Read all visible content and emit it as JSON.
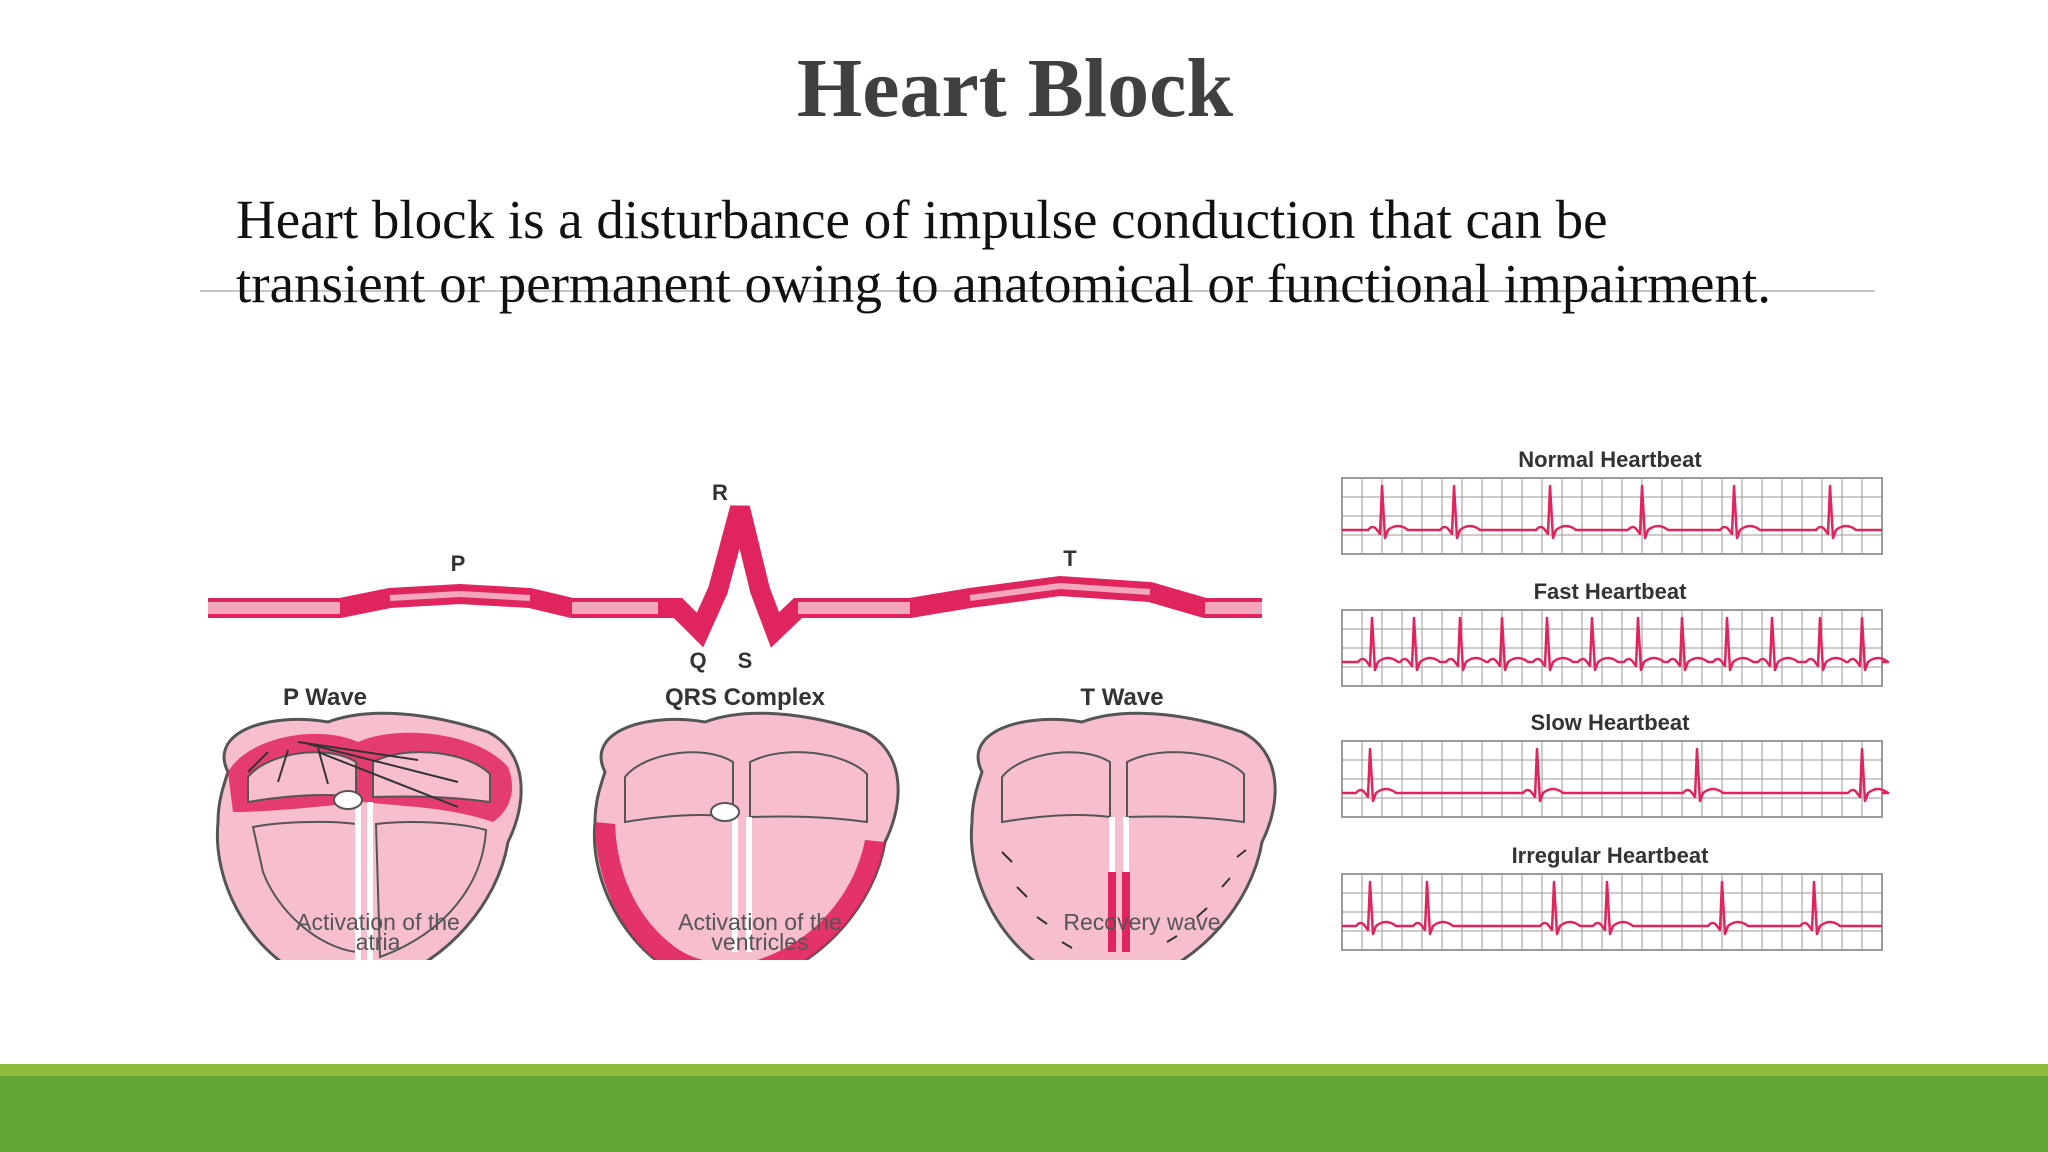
{
  "slide": {
    "title": "Heart Block",
    "body": "Heart block is a disturbance of impulse conduction that can be transient or permanent owing to anatomical or functional impairment."
  },
  "waveform": {
    "peak_labels": {
      "p": "P",
      "r": "R",
      "q": "Q",
      "s": "S",
      "t": "T"
    }
  },
  "phases": [
    {
      "title": "P Wave",
      "caption_lines": [
        "Activation of the",
        "atria"
      ]
    },
    {
      "title": "QRS Complex",
      "caption_lines": [
        "Activation of the",
        "ventricles"
      ]
    },
    {
      "title": "T Wave",
      "caption_lines": [
        "Recovery wave"
      ]
    }
  ],
  "rhythm_strips": [
    {
      "title": "Normal Heartbeat"
    },
    {
      "title": "Fast Heartbeat"
    },
    {
      "title": "Slow Heartbeat"
    },
    {
      "title": "Irregular Heartbeat"
    }
  ],
  "colors": {
    "accent": "#e0245e",
    "accent_light": "#f4a7bb",
    "heart_fill": "#f7bfcd",
    "grid": "#9a9a9a",
    "footer": "#63a532",
    "footer_stripe": "#8dbc3c"
  }
}
